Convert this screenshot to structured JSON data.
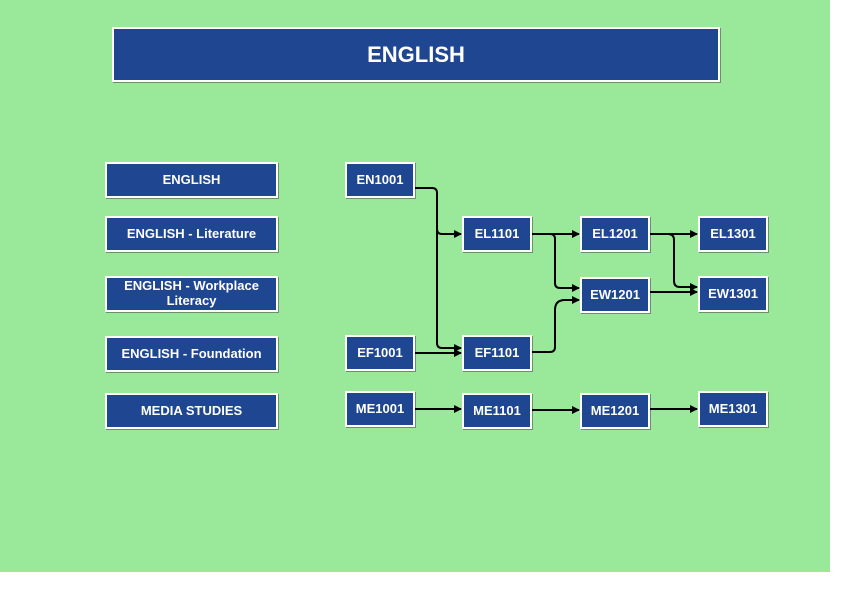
{
  "title": "ENGLISH",
  "colors": {
    "background": "#9ae89a",
    "box_fill": "#1f4690",
    "box_border": "#ffffff",
    "text": "#ffffff",
    "arrow": "#000000"
  },
  "legend": [
    "ENGLISH",
    "ENGLISH - Literature",
    "ENGLISH - Workplace Literacy",
    "ENGLISH - Foundation",
    "MEDIA STUDIES"
  ],
  "courses": {
    "en1001": "EN1001",
    "el1101": "EL1101",
    "el1201": "EL1201",
    "el1301": "EL1301",
    "ew1201": "EW1201",
    "ew1301": "EW1301",
    "ef1001": "EF1001",
    "ef1101": "EF1101",
    "me1001": "ME1001",
    "me1101": "ME1101",
    "me1201": "ME1201",
    "me1301": "ME1301"
  },
  "connections": [
    [
      "EN1001",
      "EL1101"
    ],
    [
      "EN1001",
      "EF1101"
    ],
    [
      "EF1001",
      "EF1101"
    ],
    [
      "EL1101",
      "EL1201"
    ],
    [
      "EL1101",
      "EW1201"
    ],
    [
      "EF1101",
      "EW1201"
    ],
    [
      "EL1201",
      "EL1301"
    ],
    [
      "EL1201",
      "EW1301"
    ],
    [
      "EW1201",
      "EW1301"
    ],
    [
      "ME1001",
      "ME1101"
    ],
    [
      "ME1101",
      "ME1201"
    ],
    [
      "ME1201",
      "ME1301"
    ]
  ]
}
